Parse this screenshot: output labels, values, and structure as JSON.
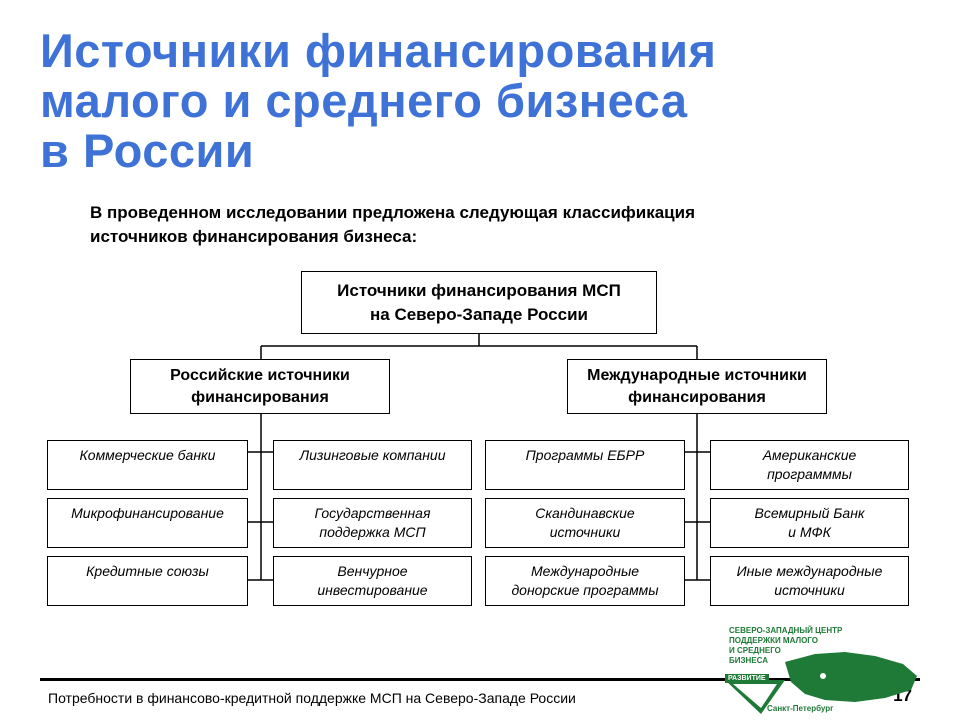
{
  "title": {
    "line1": "Источники финансирования",
    "line2": "малого и среднего бизнеса",
    "line3": "в России"
  },
  "intro": {
    "line1": "В проведенном исследовании предложена следующая классификация",
    "line2": "источников финансирования бизнеса:"
  },
  "diagram": {
    "root": {
      "line1": "Источники финансирования МСП",
      "line2": "на Северо-Западе России"
    },
    "russian": {
      "line1": "Российские источники",
      "line2": "финансирования",
      "left": [
        "Коммерческие банки",
        "Микрофинансирование",
        "Кредитные союзы"
      ],
      "right": [
        {
          "line1": "Лизинговые компании",
          "line2": ""
        },
        {
          "line1": "Государственная",
          "line2": "поддержка МСП"
        },
        {
          "line1": "Венчурное",
          "line2": "инвестирование"
        }
      ]
    },
    "international": {
      "line1": "Международные источники",
      "line2": "финансирования",
      "left": [
        {
          "line1": "Программы ЕБРР",
          "line2": ""
        },
        {
          "line1": "Скандинавские",
          "line2": "источники"
        },
        {
          "line1": "Международные",
          "line2": "донорские программы"
        }
      ],
      "right": [
        {
          "line1": "Американские",
          "line2": "программмы"
        },
        {
          "line1": "Всемирный Банк",
          "line2": "и МФК"
        },
        {
          "line1": "Иные международные",
          "line2": "источники"
        }
      ]
    }
  },
  "footer": {
    "text": "Потребности в финансово-кредитной поддержке МСП на Северо-Западе России",
    "page": "17"
  },
  "logo": {
    "line1": "СЕВЕРО-ЗАПАДНЫЙ ЦЕНТР",
    "line2": "ПОДДЕРЖКИ МАЛОГО",
    "line3": "И СРЕДНЕГО",
    "line4": "БИЗНЕСА",
    "badge": "РАЗВИТИЕ",
    "city": "Санкт-Петербург"
  },
  "colors": {
    "title": "#3f72d6",
    "logo": "#1e7a36"
  }
}
